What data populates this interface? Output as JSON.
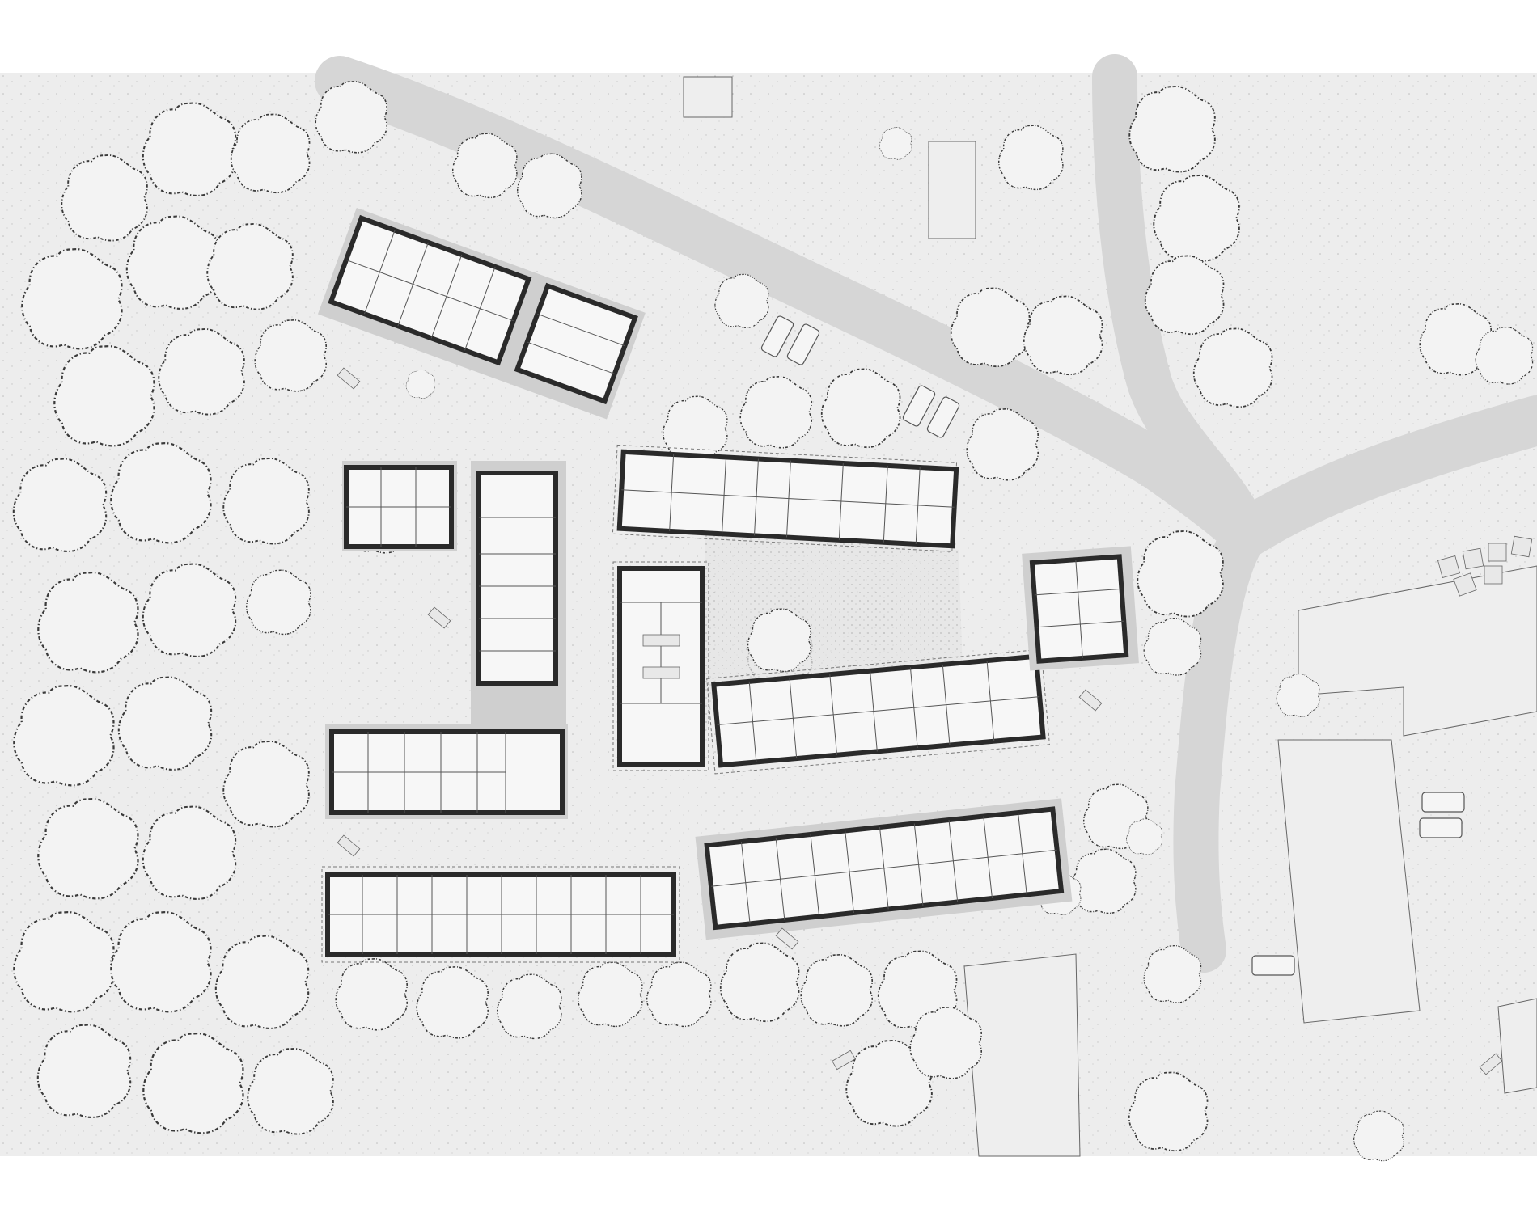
{
  "drawing": {
    "type": "site-plan",
    "colors": {
      "background": "#ffffff",
      "sheet": "#ededed",
      "road": "#d6d6d6",
      "building_fill": "#f7f7f7",
      "wall": "#2a2a2a",
      "apron": "#cfcfcf",
      "tree_outline": "#3a3a3a"
    },
    "elements": {
      "buildings": 12,
      "roads": 3,
      "parking_areas": 4,
      "farm_fields": 5
    }
  }
}
